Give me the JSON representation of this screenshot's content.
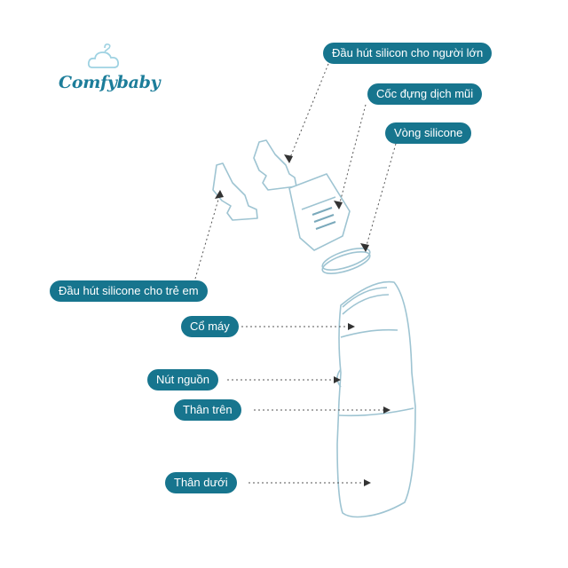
{
  "brand": {
    "name": "Comfybaby"
  },
  "colors": {
    "label_bg": "#17758e",
    "label_text": "#ffffff",
    "line": "#555555",
    "outline": "#9ec4d2"
  },
  "labels": {
    "adult_tip": "Đầu hút silicon cho người lớn",
    "mucus_cup": "Cốc đựng dịch mũi",
    "silicone_ring": "Vòng silicone",
    "child_tip": "Đầu hút silicone cho trẻ em",
    "neck": "Cổ máy",
    "power_button": "Nút nguồn",
    "upper_body": "Thân trên",
    "lower_body": "Thân dưới"
  }
}
